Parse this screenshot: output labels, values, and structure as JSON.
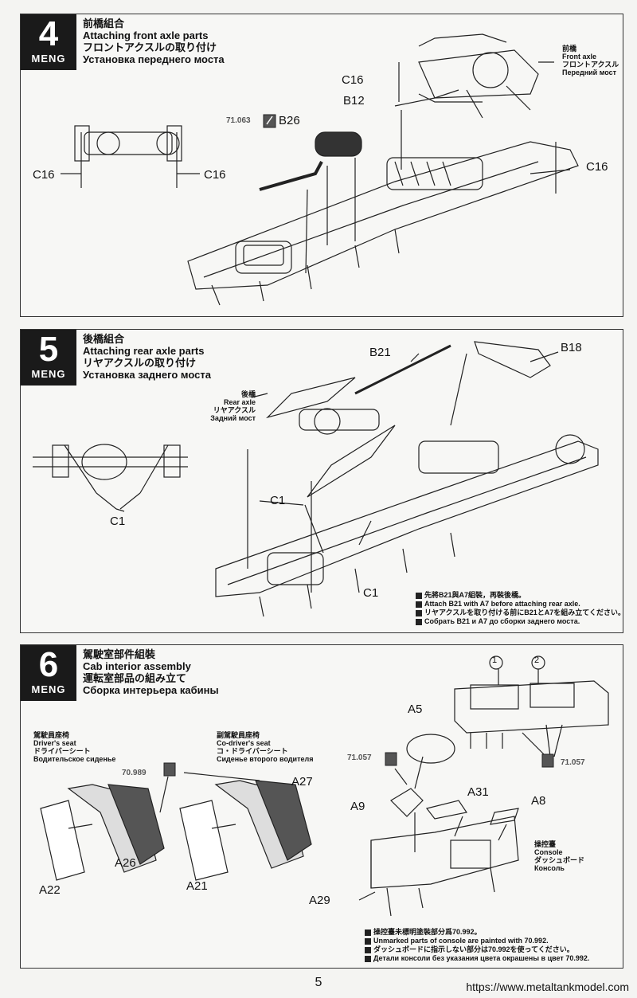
{
  "brand": "MENG",
  "steps": [
    {
      "number": "4",
      "title_zh": "前橋組合",
      "title_en": "Attaching front axle parts",
      "title_ja": "フロントアクスルの取り付け",
      "title_ru": "Установка переднего моста",
      "parts": {
        "c16_a": "C16",
        "c16_b": "C16",
        "c16_c": "C16",
        "c16_d": "C16",
        "b12": "B12",
        "b26": "B26"
      },
      "paint": "71.063",
      "callout": {
        "zh": "前橋",
        "en": "Front axle",
        "ja": "フロントアクスル",
        "ru": "Передний мост"
      }
    },
    {
      "number": "5",
      "title_zh": "後橋組合",
      "title_en": "Attaching  rear axle parts",
      "title_ja": "リヤアクスルの取り付け",
      "title_ru": "Установка заднего моста",
      "parts": {
        "b21": "B21",
        "b18": "B18",
        "c1_a": "C1",
        "c1_b": "C1",
        "c1_c": "C1"
      },
      "callout": {
        "zh": "後橋",
        "en": "Rear axle",
        "ja": "リヤアクスル",
        "ru": "Задний мост"
      },
      "notes": [
        "先將B21與A7組裝，再裝後橋。",
        "Attach B21 with A7 before attaching rear axle.",
        "リヤアクスルを取り付ける前にB21とA7を組み立てください。",
        "Собрать B21 и A7 до сборки заднего моста."
      ]
    },
    {
      "number": "6",
      "title_zh": "駕駛室部件組裝",
      "title_en": "Cab interior assembly",
      "title_ja": "運転室部品の組み立て",
      "title_ru": "Сборка интерьера кабины",
      "driver_seat": {
        "zh": "駕駛員座椅",
        "en": "Driver's seat",
        "ja": "ドライバーシート",
        "ru": "Водительское сиденье"
      },
      "codriver_seat": {
        "zh": "副駕駛員座椅",
        "en": "Co-driver's seat",
        "ja": "コ・ドライバーシート",
        "ru": "Сиденье второго водителя"
      },
      "console": {
        "zh": "操控臺",
        "en": "Console",
        "ja": "ダッシュボード",
        "ru": "Консоль"
      },
      "parts": {
        "a5": "A5",
        "a9": "A9",
        "a31": "A31",
        "a8": "A8",
        "a29": "A29",
        "a26": "A26",
        "a22": "A22",
        "a27": "A27",
        "a21": "A21"
      },
      "paint_seat": "70.989",
      "paint_wheel": "71.057",
      "paint_dash": "71.057",
      "circle_1": "1",
      "circle_2": "2",
      "notes": [
        "操控臺未標明塗裝部分爲70.992。",
        "Unmarked parts of console are painted with 70.992.",
        "ダッシュボードに指示しない部分は70.992を使ってください。",
        "Детали консоли без указания цвета окрашены в цвет 70.992."
      ]
    }
  ],
  "page_number": "5",
  "url": "https://www.metaltankmodel.com"
}
